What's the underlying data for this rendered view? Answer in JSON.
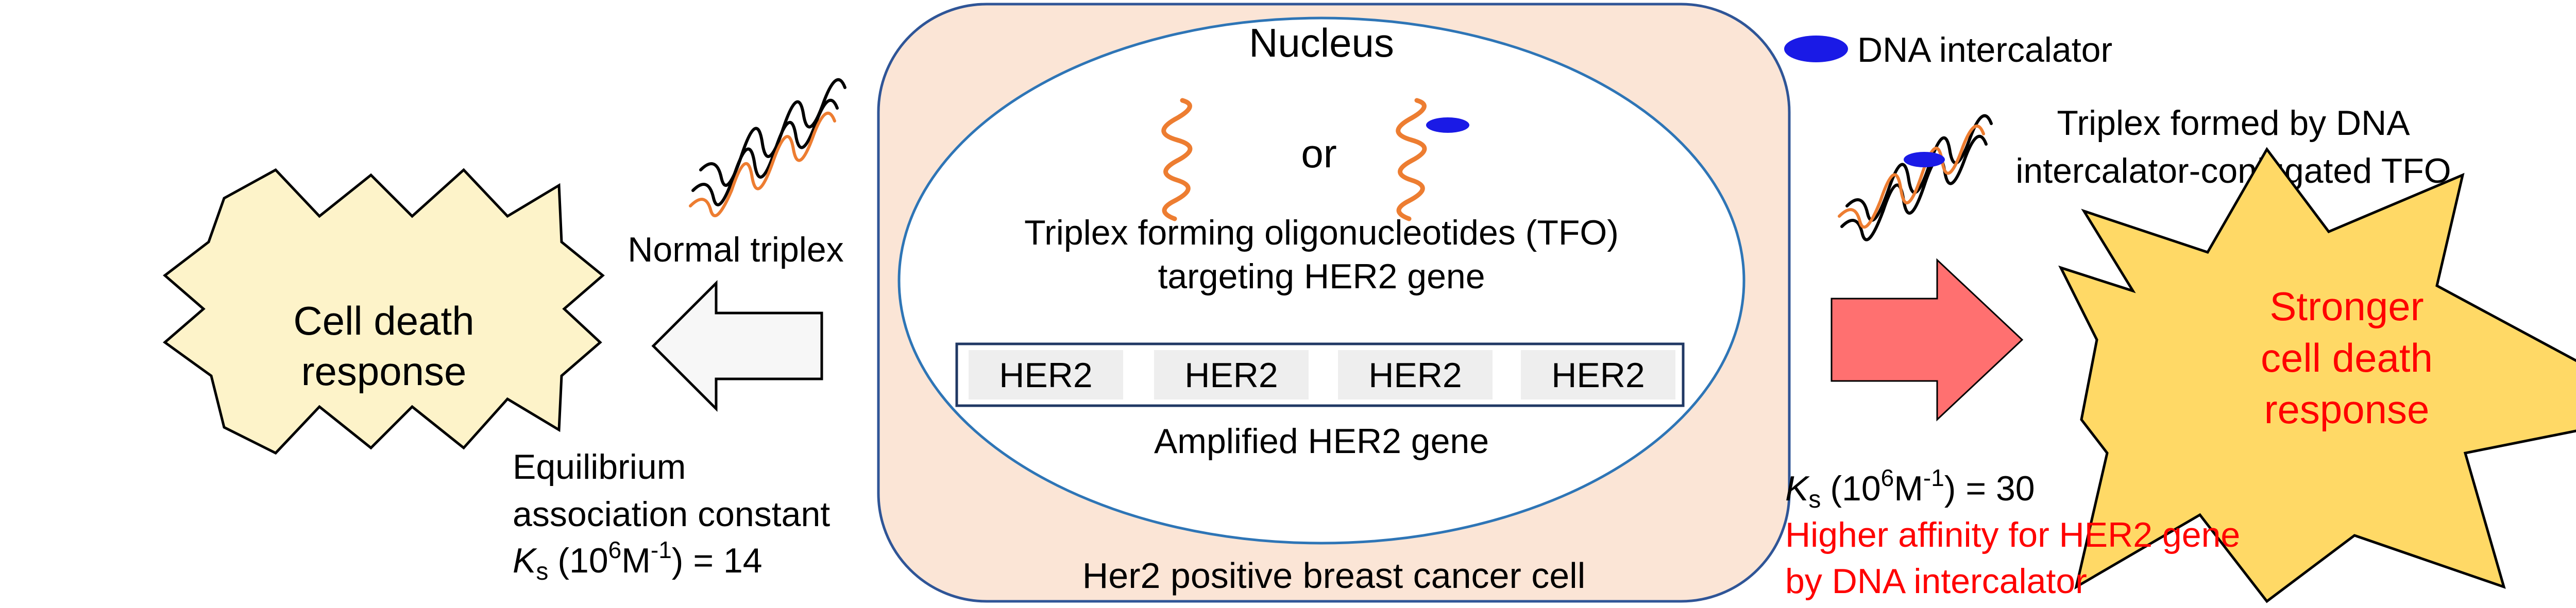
{
  "cell_label": "Her2 positive breast cancer cell",
  "nucleus_label": "Nucleus",
  "or_label": "or",
  "tfo_label_line1": "Triplex forming oligonucleotides (TFO)",
  "tfo_label_line2": "targeting HER2 gene",
  "her2_boxes": [
    "HER2",
    "HER2",
    "HER2",
    "HER2"
  ],
  "amplified_label": "Amplified HER2 gene",
  "left": {
    "triplex_label": "Normal triplex",
    "response_line1": "Cell death",
    "response_line2": "response",
    "constant_line1": "Equilibrium",
    "constant_line2": "association constant",
    "ks_symbol": "K",
    "ks_sub": "s",
    "ks_unit_open": "(10",
    "ks_unit_exp": "6",
    "ks_unit_mid": "M",
    "ks_unit_exp2": "-1",
    "ks_unit_close": ") = 14"
  },
  "right": {
    "legend_label": "DNA intercalator",
    "triplex_line1": "Triplex formed by DNA",
    "triplex_line2": "intercalator-conjugated TFO",
    "response_line1": "Stronger",
    "response_line2": "cell death",
    "response_line3": "response",
    "ks_symbol": "K",
    "ks_sub": "s",
    "ks_unit_open": "(10",
    "ks_unit_exp": "6",
    "ks_unit_mid": "M",
    "ks_unit_exp2": "-1",
    "ks_unit_close": ") = 30",
    "affinity_line1": "Higher affinity for HER2 gene",
    "affinity_line2": "by DNA intercalator"
  },
  "colors": {
    "cell_fill": "#fbe5d6",
    "cell_stroke": "#2f5597",
    "nucleus_stroke": "#2e75b6",
    "tfo_strand": "#ed7d31",
    "intercalator": "#1a1ae6",
    "left_star_fill": "#fdf3c9",
    "right_star_fill": "#ffd966",
    "left_arrow_fill": "#f7f7f7",
    "right_arrow_fill": "#ff7070",
    "highlight_text": "#ff0000",
    "her2_box_fill": "#eeeeee"
  }
}
